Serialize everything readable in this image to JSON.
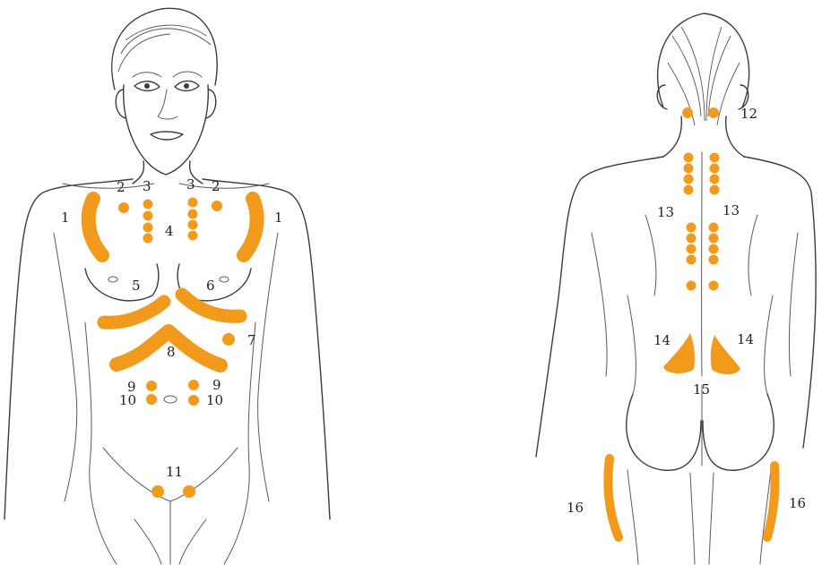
{
  "colors": {
    "marker": "#f29a1c",
    "sketch": "#3c3c3c",
    "background": "#ffffff"
  },
  "front_labels": {
    "l1_left": "1",
    "l1_right": "1",
    "l2_left": "2",
    "l2_right": "2",
    "l3_left": "3",
    "l3_right": "3",
    "l4": "4",
    "l5": "5",
    "l6": "6",
    "l7": "7",
    "l8": "8",
    "l9_left": "9",
    "l9_right": "9",
    "l10_left": "10",
    "l10_right": "10",
    "l11": "11"
  },
  "back_labels": {
    "l12": "12",
    "l13_left": "13",
    "l13_right": "13",
    "l14_left": "14",
    "l14_right": "14",
    "l15": "15",
    "l16_left": "16",
    "l16_right": "16"
  }
}
